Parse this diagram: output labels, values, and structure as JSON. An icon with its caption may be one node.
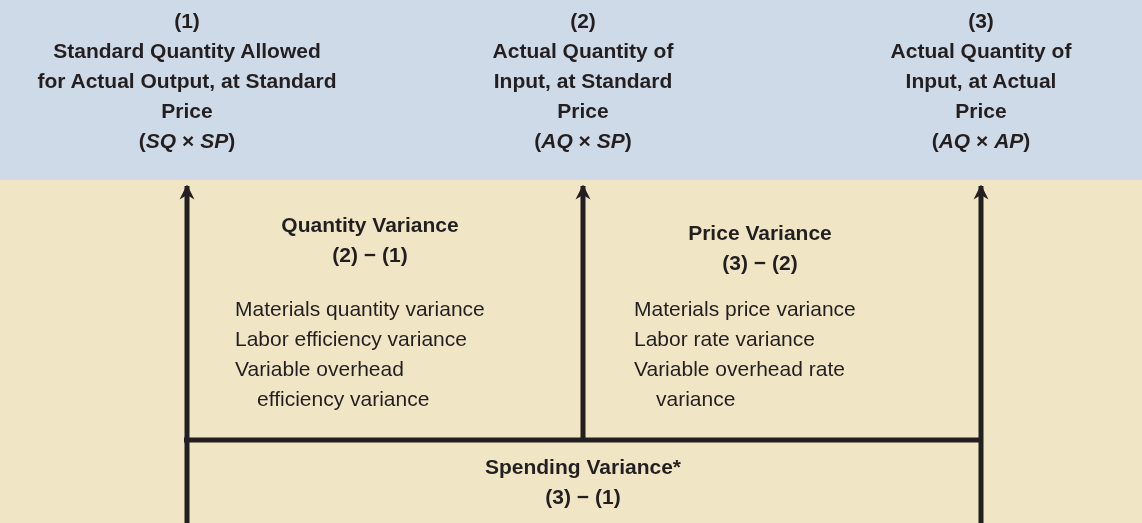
{
  "diagram": {
    "nodes": [
      {
        "text": [
          "(1)",
          "Standard Quantity Allowed for Actual Output, at Standard Price",
          "(*SQ* × *SP*)"
        ]
      },
      {
        "text": [
          "(2)",
          "Actual Quantity of Input, at Standard Price",
          "(*AQ* × *SP*)"
        ]
      },
      {
        "text": [
          "(3)",
          "Actual Quantity of Input, at Actual Price",
          "(*AQ* × *AP*)"
        ]
      }
    ],
    "edges": [
      {
        "from": null,
        "to": 0,
        "arrow": "to"
      },
      {
        "from": null,
        "to": 1,
        "arrow": "to"
      },
      {
        "from": null,
        "to": 2,
        "arrow": "to"
      }
    ],
    "labels": [
      "Quantity Variance",
      "(2) − (1)",
      "Materials quantity variance",
      "Labor efficiency variance",
      "Variable overhead efficiency variance",
      "Price Variance",
      "(3) − (2)",
      "Materials price variance",
      "Labor rate variance",
      "Variable overhead rate variance",
      "Spending Variance*",
      "(3) − (1)"
    ]
  }
}
